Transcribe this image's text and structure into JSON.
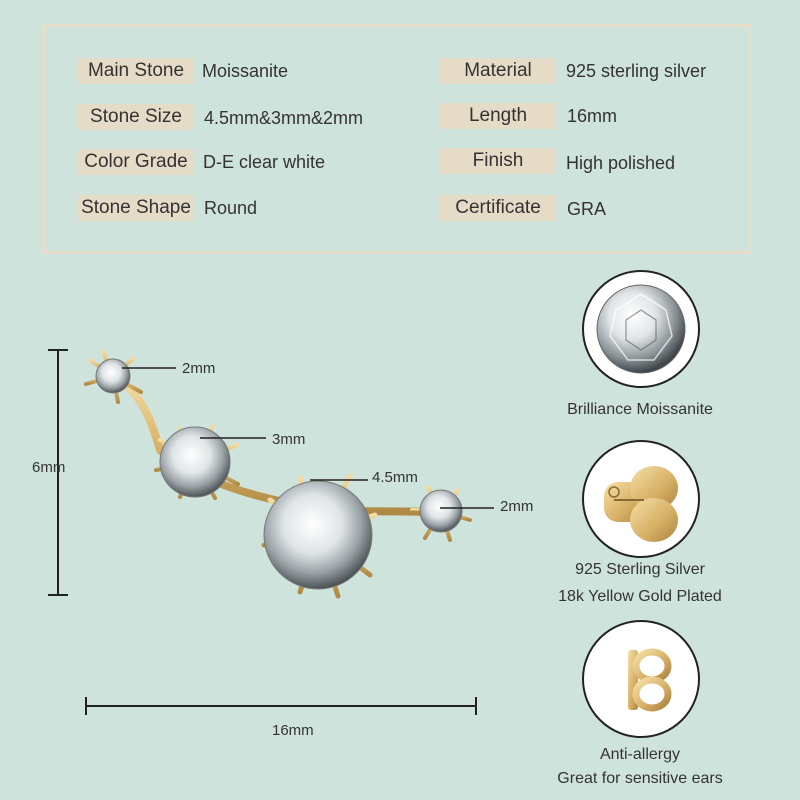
{
  "specs": {
    "main_stone": {
      "label": "Main Stone",
      "value": "Moissanite"
    },
    "stone_size": {
      "label": "Stone Size",
      "value": "4.5mm&3mm&2mm"
    },
    "color_grade": {
      "label": "Color Grade",
      "value": "D-E clear white"
    },
    "stone_shape": {
      "label": "Stone Shape",
      "value": "Round"
    },
    "material": {
      "label": "Material",
      "value": "925 sterling silver"
    },
    "length": {
      "label": "Length",
      "value": "16mm"
    },
    "finish": {
      "label": "Finish",
      "value": "High polished"
    },
    "certificate": {
      "label": "Certificate",
      "value": "GRA"
    }
  },
  "diagram": {
    "stone_1": "2mm",
    "stone_2": "3mm",
    "stone_3": "4.5mm",
    "stone_4": "2mm",
    "height": "6mm",
    "width": "16mm"
  },
  "features": {
    "brilliance": {
      "line1": "Brilliance Moissanite",
      "icon": "moissanite-gem-icon"
    },
    "silver": {
      "line1": "925 Sterling Silver",
      "line2": "18k Yellow Gold Plated",
      "icon": "earring-back-icon"
    },
    "allergy": {
      "line1": "Anti-allergy",
      "line2": "Great for sensitive ears",
      "icon": "earring-post-icon"
    }
  },
  "colors": {
    "background": "#cfe3dd",
    "label_bg": "#e6dbc6",
    "gold": "#d9b46a"
  }
}
